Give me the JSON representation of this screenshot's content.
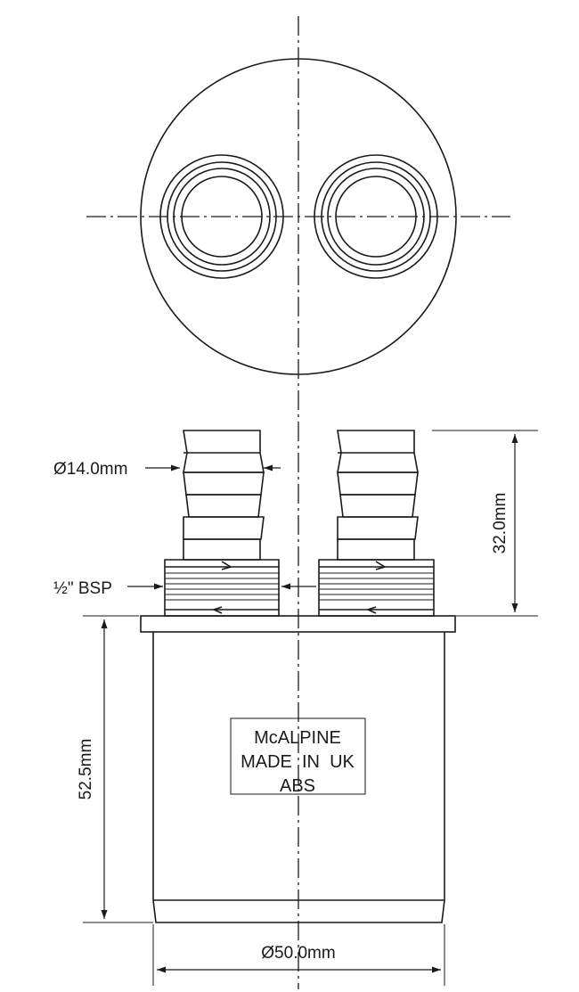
{
  "dimensions": {
    "hose_diameter": "Ø14.0mm",
    "thread": "½\" BSP",
    "nozzle_height": "32.0mm",
    "body_height": "52.5mm",
    "body_diameter": "Ø50.0mm"
  },
  "stamp": {
    "line1": "McALPINE",
    "line2": "MADE  IN  UK",
    "line3": "ABS"
  },
  "colors": {
    "line": "#1a1a1a",
    "background": "#ffffff"
  }
}
